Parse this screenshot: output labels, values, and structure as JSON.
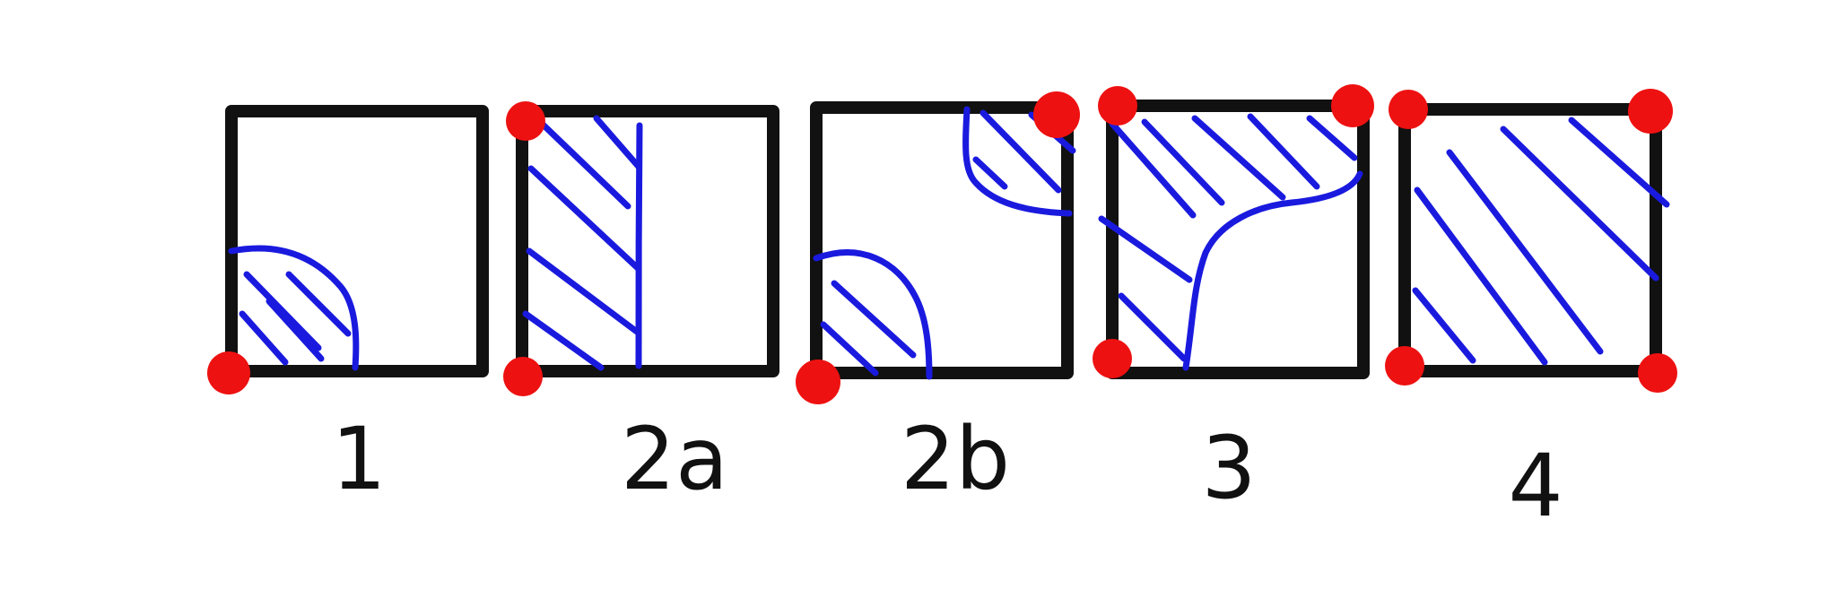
{
  "cases": [
    {
      "label": "1",
      "active_corners": [
        "bottom-left"
      ]
    },
    {
      "label": "2a",
      "active_corners": [
        "top-left",
        "bottom-left"
      ]
    },
    {
      "label": "2b",
      "active_corners": [
        "bottom-left",
        "top-right"
      ]
    },
    {
      "label": "3",
      "active_corners": [
        "top-left",
        "top-right",
        "bottom-left"
      ]
    },
    {
      "label": "4",
      "active_corners": [
        "top-left",
        "top-right",
        "bottom-left",
        "bottom-right"
      ]
    }
  ],
  "colors": {
    "outline": "#111111",
    "vertex": "#ee1111",
    "hatch": "#1a1adf",
    "background": "#ffffff"
  }
}
